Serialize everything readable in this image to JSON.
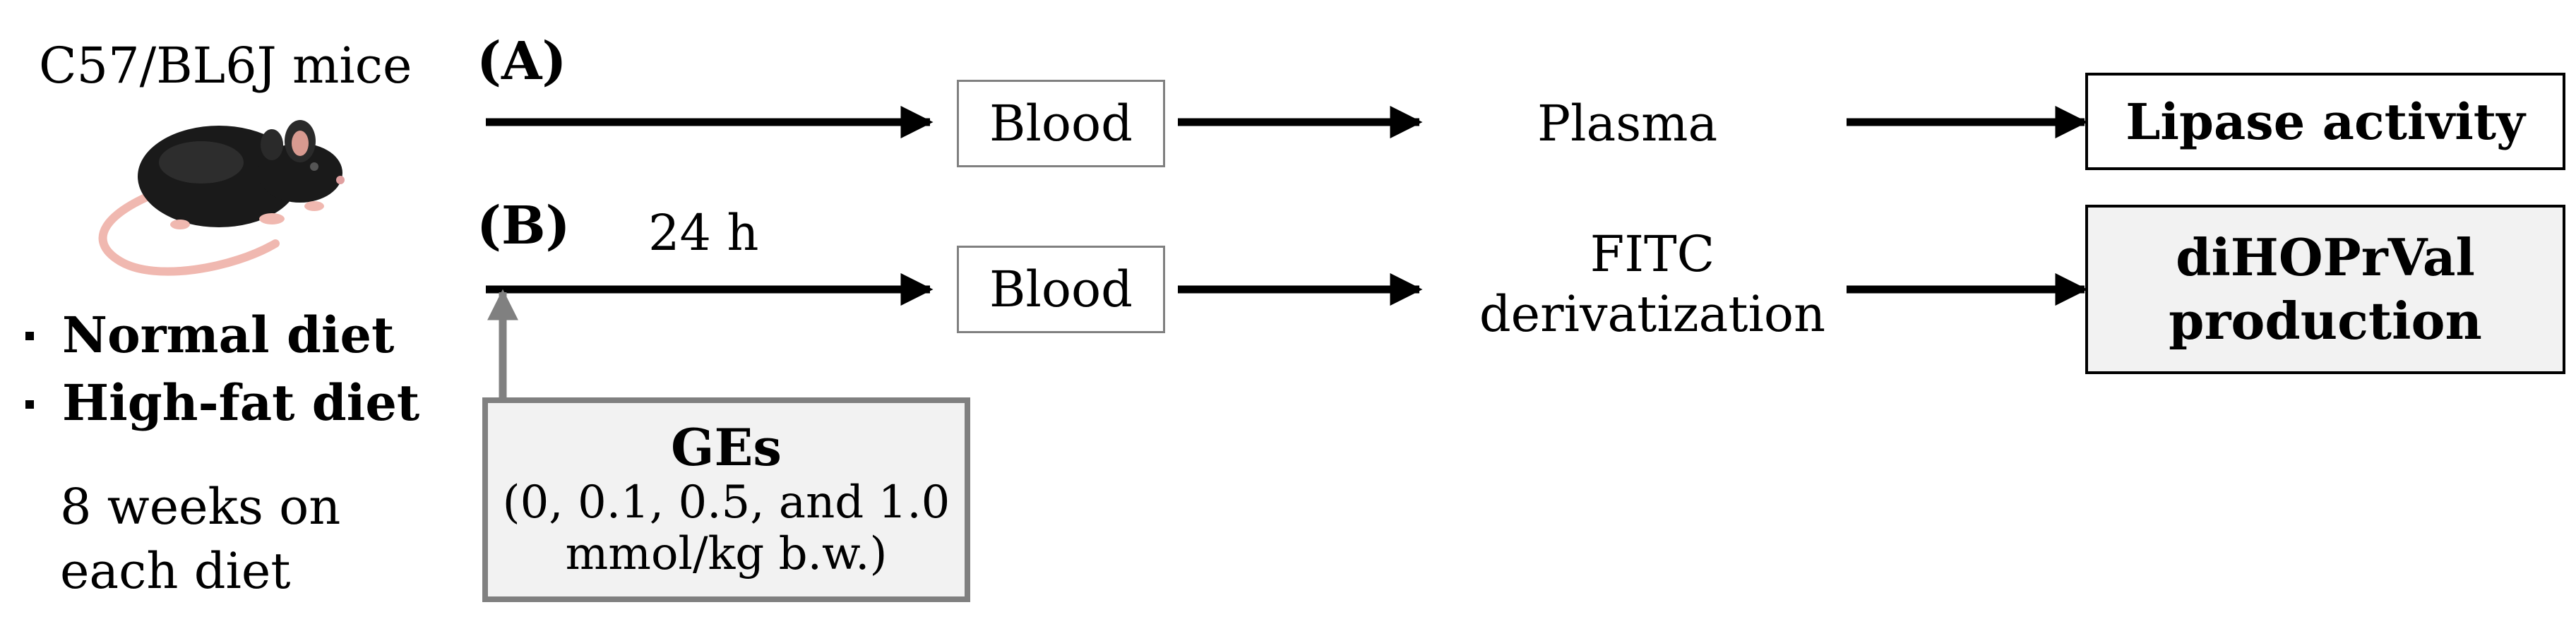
{
  "subject": {
    "title": "C57/BL6J mice",
    "diets": [
      "Normal diet",
      "High-fat diet"
    ],
    "duration": [
      "8 weeks on",
      "each diet"
    ]
  },
  "path_a": {
    "label": "(A)",
    "blood": "Blood",
    "plasma": "Plasma",
    "result": "Lipase activity"
  },
  "path_b": {
    "label": "(B)",
    "time": "24 h",
    "blood": "Blood",
    "step": [
      "FITC",
      "derivatization"
    ],
    "result": [
      "diHOPrVal",
      "production"
    ]
  },
  "treatment": {
    "title": "GEs",
    "doses": [
      "(0, 0.1, 0.5, and 1.0",
      "mmol/kg b.w.)"
    ]
  },
  "colors": {
    "arrow": "#000000",
    "gray_arrow": "#808080",
    "box_border": "#808080",
    "result_fill": "#f2f2f2",
    "mouse_body": "#1a1a1a",
    "mouse_tail": "#f0b8b0"
  }
}
